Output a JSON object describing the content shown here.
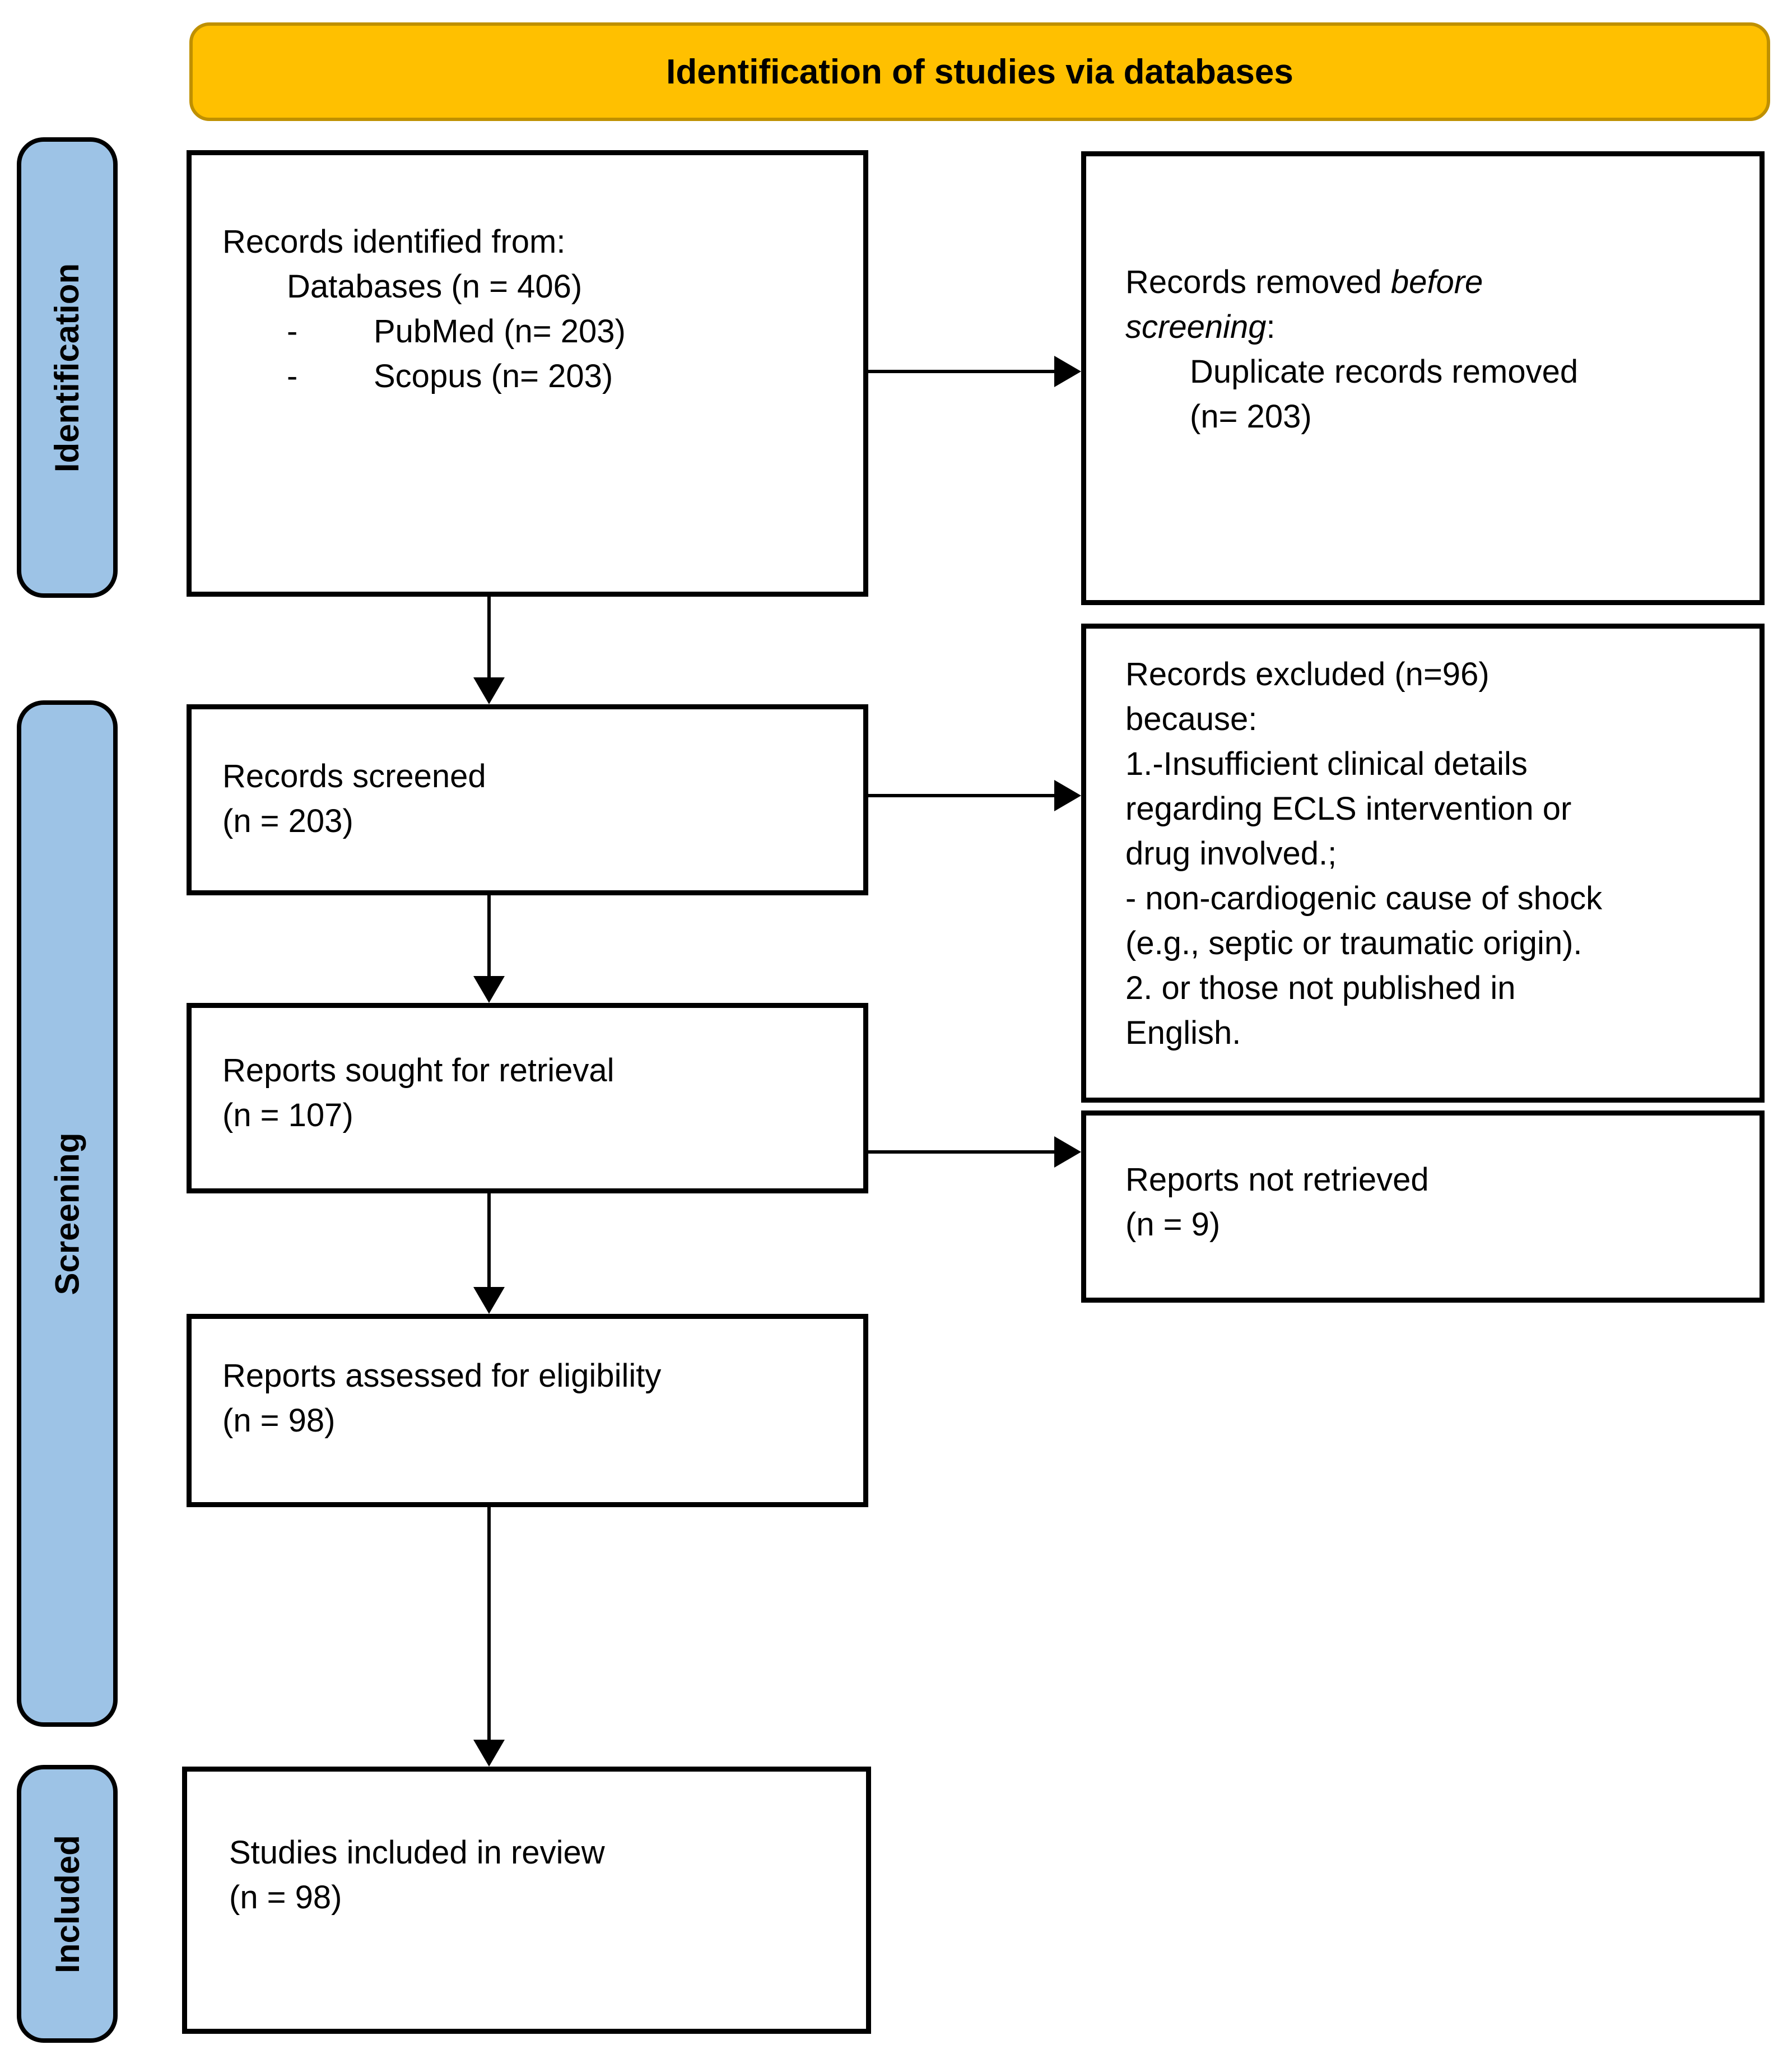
{
  "banner": {
    "label": "Identification of studies via databases"
  },
  "stages": {
    "identification": "Identification",
    "screening": "Screening",
    "included": "Included"
  },
  "colors": {
    "banner_fill": "#FFC000",
    "banner_border": "#BF9000",
    "stage_fill": "#9DC3E6",
    "box_border": "#000000",
    "text": "#000000"
  },
  "boxes": {
    "records_identified": {
      "line1": "Records identified from:",
      "line2": "Databases (n = 406)",
      "bullets": [
        {
          "dash": "-",
          "label": "PubMed (n= 203)"
        },
        {
          "dash": "-",
          "label": "Scopus (n= 203)"
        }
      ]
    },
    "records_removed": {
      "line1_regular": "Records removed ",
      "line1_italic": "before",
      "line2_italic": "screening",
      "line2_regular": ":",
      "line3": "Duplicate records removed",
      "line4": "(n= 203)"
    },
    "records_screened": {
      "line1": "Records screened",
      "line2": "(n = 203)"
    },
    "records_excluded": {
      "lines": [
        "Records excluded (n=96)",
        "because:",
        "1.-Insufficient clinical details",
        "regarding ECLS intervention or",
        "drug involved.;",
        "- non-cardiogenic cause of shock",
        "(e.g., septic or traumatic origin).",
        "2. or those not published in",
        "English."
      ]
    },
    "reports_sought": {
      "line1": "Reports sought for retrieval",
      "line2": "(n = 107)"
    },
    "reports_not_retrieved": {
      "line1": "Reports not retrieved",
      "line2": "(n = 9)"
    },
    "reports_assessed": {
      "line1": "Reports assessed for eligibility",
      "line2": "(n = 98)"
    },
    "studies_included": {
      "line1": "Studies included in review",
      "line2": "(n = 98)"
    }
  }
}
